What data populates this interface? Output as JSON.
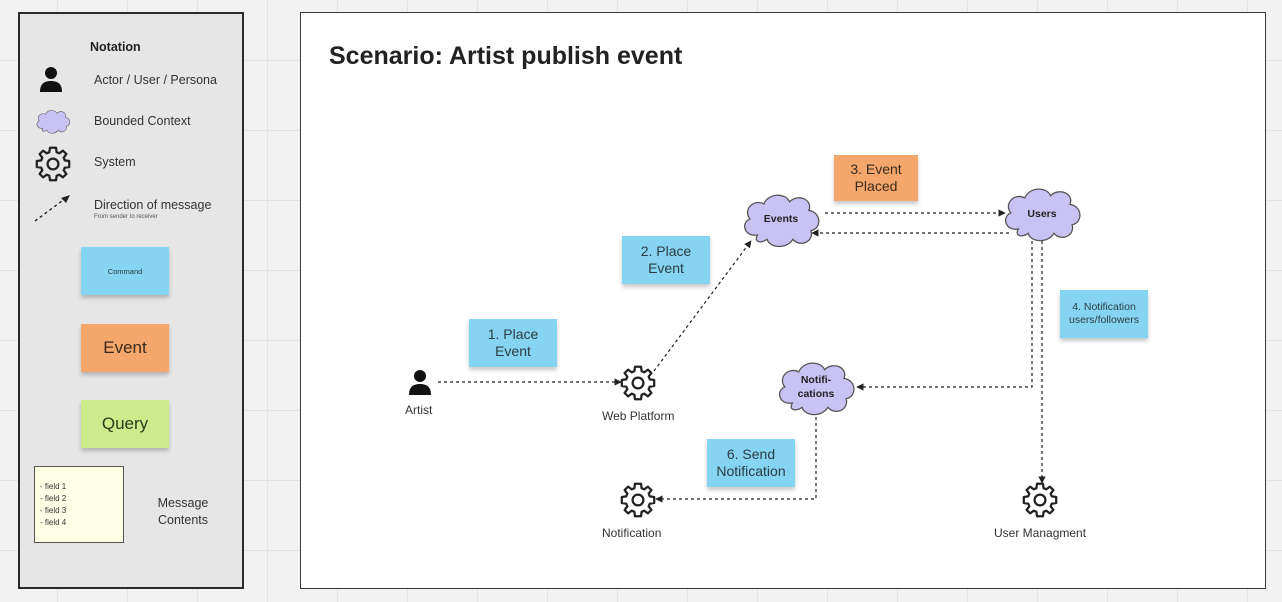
{
  "legend": {
    "title": "Notation",
    "actor_label": "Actor / User / Persona",
    "context_label": "Bounded Context",
    "system_label": "System",
    "direction_label": "Direction of message",
    "direction_sub": "From sender to receiver",
    "command_label": "Command",
    "event_label": "Event",
    "query_label": "Query",
    "message_fields": [
      "- field 1",
      "- field 2",
      "- field 3",
      "- field 4"
    ],
    "message_label_line1": "Message",
    "message_label_line2": "Contents"
  },
  "scenario": {
    "title": "Scenario: Artist publish event",
    "actors": {
      "artist": "Artist"
    },
    "systems": {
      "web_platform": "Web Platform",
      "notification": "Notification",
      "user_management": "User Managment"
    },
    "contexts": {
      "events": "Events",
      "users": "Users",
      "notifications_line1": "Notifi-",
      "notifications_line2": "cations"
    },
    "steps": {
      "step1_line1": "1. Place",
      "step1_line2": "Event",
      "step2_line1": "2. Place",
      "step2_line2": "Event",
      "step3_line1": "3. Event",
      "step3_line2": "Placed",
      "step4_line1": "4. Notification",
      "step4_line2": "users/followers",
      "step6_line1": "6. Send",
      "step6_line2": "Notification"
    }
  },
  "colors": {
    "command": "#86d4f1",
    "event": "#f4a66b",
    "query": "#cdea8c",
    "bounded_context": "#c9c3f5",
    "message_contents": "#ffffe6"
  },
  "icons": {
    "actor": "person-icon",
    "bounded_context": "cloud-icon",
    "system": "gear-icon",
    "direction": "dashed-arrow-icon"
  }
}
